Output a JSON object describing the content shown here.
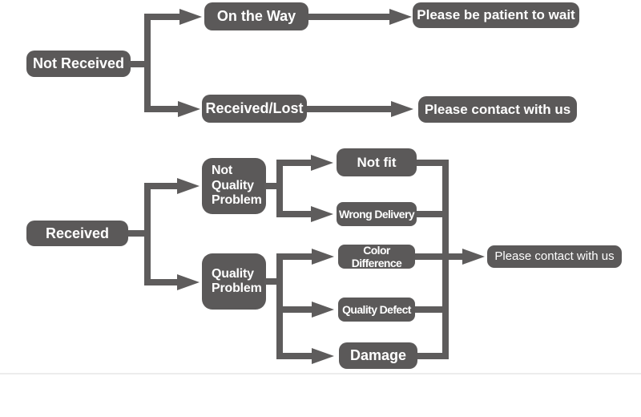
{
  "colors": {
    "box": "#5b5959",
    "line": "#5e5c5c",
    "text": "#ffffff",
    "seam": "#ececec"
  },
  "nodes": {
    "not_received": "Not Received",
    "on_the_way": "On the Way",
    "be_patient": "Please be patient to wait",
    "received_lost": "Received/Lost",
    "contact_top": "Please contact with us",
    "received": "Received",
    "not_quality_problem": "Not\nQuality\nProblem",
    "quality_problem": "Quality\nProblem",
    "not_fit": "Not fit",
    "wrong_delivery": "Wrong Delivery",
    "color_difference": "Color Difference",
    "quality_defect": "Quality Defect",
    "damage": "Damage",
    "contact_mid": "Please contact with us"
  },
  "edges": [
    {
      "from": "Not Received",
      "to": "On the Way"
    },
    {
      "from": "Not Received",
      "to": "Received/Lost"
    },
    {
      "from": "On the Way",
      "to": "Please be patient to wait"
    },
    {
      "from": "Received/Lost",
      "to": "Please contact with us"
    },
    {
      "from": "Received",
      "to": "Not Quality Problem"
    },
    {
      "from": "Received",
      "to": "Quality Problem"
    },
    {
      "from": "Not Quality Problem",
      "to": "Not fit"
    },
    {
      "from": "Not Quality Problem",
      "to": "Wrong Delivery"
    },
    {
      "from": "Quality Problem",
      "to": "Color Difference"
    },
    {
      "from": "Quality Problem",
      "to": "Quality Defect"
    },
    {
      "from": "Quality Problem",
      "to": "Damage"
    },
    {
      "from": "Not fit",
      "to": "Please contact with us"
    },
    {
      "from": "Wrong Delivery",
      "to": "Please contact with us"
    },
    {
      "from": "Color Difference",
      "to": "Please contact with us"
    },
    {
      "from": "Quality Defect",
      "to": "Please contact with us"
    },
    {
      "from": "Damage",
      "to": "Please contact with us"
    }
  ]
}
